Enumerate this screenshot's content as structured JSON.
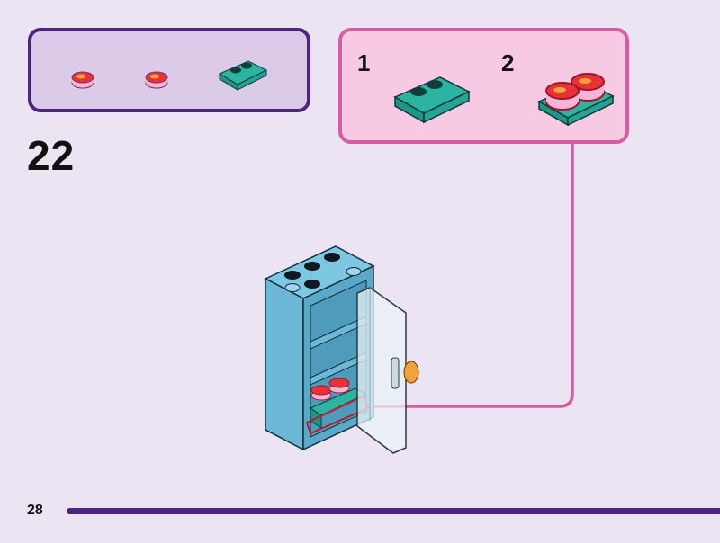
{
  "page": {
    "step_number": "22",
    "page_number": "28",
    "background_color": "#ece3f3"
  },
  "parts_list": {
    "border_color": "#4e267f",
    "fill_color": "#dccbe8",
    "items": [
      {
        "name": "round-tile-1x1-pink-printed",
        "qty": 1
      },
      {
        "name": "round-tile-1x1-pink-printed",
        "qty": 1
      },
      {
        "name": "plate-1x2-with-door-rail-teal",
        "qty": 1
      }
    ]
  },
  "sub_assembly": {
    "border_color": "#d35ca3",
    "fill_color": "#f7c9e2",
    "steps": [
      {
        "label": "1",
        "content": "plate-1x2-with-door-rail-teal"
      },
      {
        "label": "2",
        "content": "plate-with-two-round-tiles"
      }
    ]
  },
  "model": {
    "name": "refrigerator",
    "body_color": "#6cb8d6",
    "handle_color": "#f2a23a"
  },
  "callout_arrow": {
    "color": "#d35ca3"
  },
  "footer": {
    "progress_color": "#4c2480"
  }
}
